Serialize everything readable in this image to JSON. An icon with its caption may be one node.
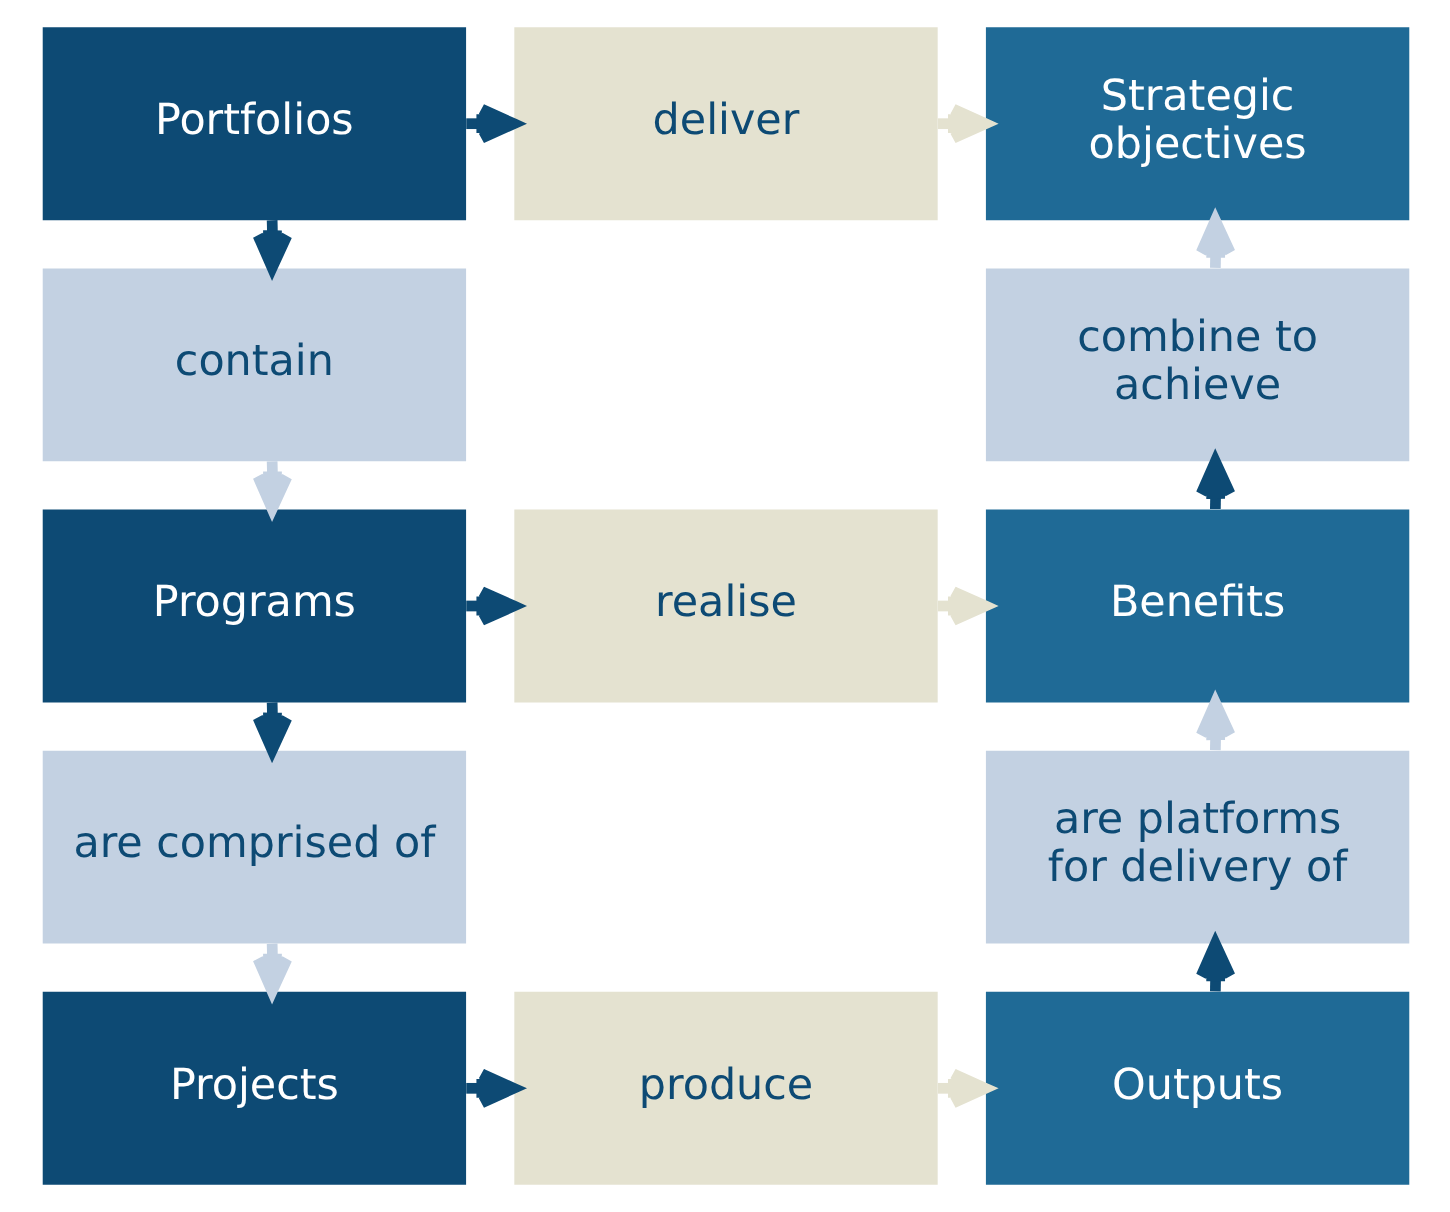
{
  "diagram": {
    "nodes": [
      {
        "text": [
          "Portfolios"
        ]
      },
      {
        "text": [
          "deliver"
        ]
      },
      {
        "text": [
          "Strategic objectives"
        ]
      },
      {
        "text": [
          "contain"
        ]
      },
      {
        "text": [
          "combine to achieve"
        ]
      },
      {
        "text": [
          "Programs"
        ]
      },
      {
        "text": [
          "realise"
        ]
      },
      {
        "text": [
          "Benefits"
        ]
      },
      {
        "text": [
          "are comprised of"
        ]
      },
      {
        "text": [
          "are platforms for delivery of"
        ]
      },
      {
        "text": [
          "Projects"
        ]
      },
      {
        "text": [
          "produce"
        ]
      },
      {
        "text": [
          "Outputs"
        ]
      }
    ],
    "edges": [
      {
        "from": 0,
        "to": 1,
        "arrow": "to",
        "color": "#0d4a74"
      },
      {
        "from": 1,
        "to": 2,
        "arrow": "to",
        "color": "#e4e2d0"
      },
      {
        "from": 0,
        "to": 3,
        "arrow": "to",
        "color": "#0d4a74"
      },
      {
        "from": 3,
        "to": 5,
        "arrow": "to",
        "color": "#c3d1e2"
      },
      {
        "from": 5,
        "to": 6,
        "arrow": "to",
        "color": "#0d4a74"
      },
      {
        "from": 6,
        "to": 7,
        "arrow": "to",
        "color": "#e4e2d0"
      },
      {
        "from": 5,
        "to": 8,
        "arrow": "to",
        "color": "#0d4a74"
      },
      {
        "from": 8,
        "to": 10,
        "arrow": "to",
        "color": "#c3d1e2"
      },
      {
        "from": 10,
        "to": 11,
        "arrow": "to",
        "color": "#0d4a74"
      },
      {
        "from": 11,
        "to": 12,
        "arrow": "to",
        "color": "#e4e2d0"
      },
      {
        "from": 12,
        "to": 9,
        "arrow": "to",
        "color": "#0d4a74"
      },
      {
        "from": 9,
        "to": 7,
        "arrow": "to",
        "color": "#c3d1e2"
      },
      {
        "from": 7,
        "to": 4,
        "arrow": "to",
        "color": "#0d4a74"
      },
      {
        "from": 4,
        "to": 2,
        "arrow": "to",
        "color": "#c3d1e2"
      }
    ]
  }
}
